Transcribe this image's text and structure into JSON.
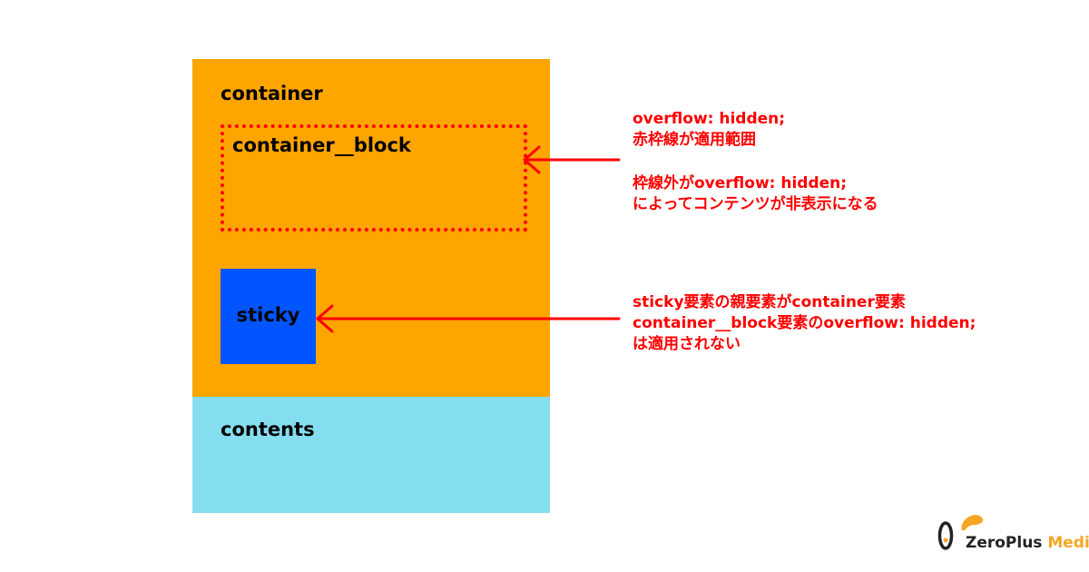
{
  "diagram": {
    "container_label": "container",
    "block_label": "container__block",
    "sticky_label": "sticky",
    "contents_label": "contents"
  },
  "annotations": {
    "note1": [
      "overflow:  hidden;",
      "赤枠線が適用範囲"
    ],
    "note2": [
      "枠線外がoverflow:  hidden;",
      "によってコンテンツが非表示になる"
    ],
    "note3": [
      "sticky要素の親要素がcontainer要素",
      "container__block要素のoverflow:  hidden;",
      "は適用されない"
    ]
  },
  "logo": {
    "brand": "ZeroPlus",
    "product": "Media"
  },
  "colors": {
    "container": "#ffa500",
    "contents": "#84def0",
    "sticky": "#0055ff",
    "annotation": "#ff0000",
    "logo_accent": "#f5a623"
  }
}
